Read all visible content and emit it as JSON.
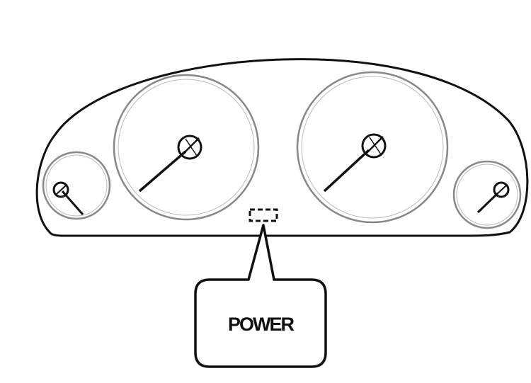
{
  "callout": {
    "label": "POWER"
  },
  "colors": {
    "line": "#111111",
    "gauge_ring": "#888888",
    "background": "#ffffff"
  },
  "gauges": [
    {
      "name": "left-small-gauge"
    },
    {
      "name": "left-large-gauge"
    },
    {
      "name": "right-large-gauge"
    },
    {
      "name": "right-small-gauge"
    }
  ]
}
